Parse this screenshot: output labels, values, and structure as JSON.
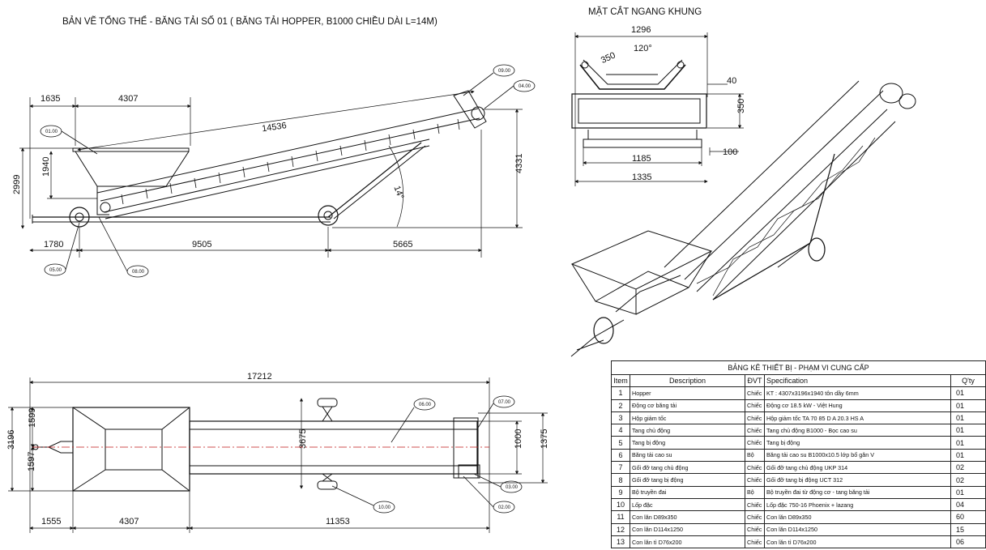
{
  "titles": {
    "main": "BẢN VẼ TỔNG THỂ - BĂNG TẢI SỐ 01 ( BĂNG TẢI HOPPER, B1000 CHIỀU DÀI L=14M)",
    "section": "MẶT CẮT NGANG KHUNG"
  },
  "side_view": {
    "dims": {
      "top_hopper": "1635",
      "top_hopper_len": "4307",
      "belt_len": "14536",
      "total_height": "2999",
      "hopper_height": "1940",
      "max_height": "4331",
      "bottom_front": "1780",
      "bottom_mid": "9505",
      "bottom_rear": "5665",
      "angle": "14°"
    },
    "tags": [
      "01.00",
      "09.00",
      "04.00",
      "05.00",
      "08.00"
    ]
  },
  "cross_section": {
    "dims": {
      "top_width": "1296",
      "angle": "120°",
      "roller": "350",
      "flange": "40",
      "frame_height": "350",
      "bottom_gap": "100",
      "inner_width": "1185",
      "outer_width": "1335"
    }
  },
  "plan_view": {
    "dims": {
      "total_len": "17212",
      "upper_half": "1599",
      "lower_half": "1597",
      "width": "3196",
      "wheel_track": "3675",
      "belt_width": "1000",
      "frame_width": "1375",
      "tow_len": "1555",
      "hopper_len": "4307",
      "conveyor_len": "11353"
    },
    "tags": [
      "06.00",
      "07.00",
      "03.00",
      "02.00",
      "10.00"
    ]
  },
  "bom": {
    "caption": "BẢNG KÊ THIẾT BỊ - PHẠM VI CUNG CẤP",
    "headers": {
      "item": "Item",
      "desc": "Description",
      "unit": "ĐVT",
      "spec": "Specification",
      "qty": "Q'ty"
    },
    "rows": [
      {
        "item": "1",
        "desc": "Hopper",
        "unit": "Chiếc",
        "spec": "KT : 4307x3196x1940  tôn dầy 6mm",
        "qty": "01"
      },
      {
        "item": "2",
        "desc": "Động cơ băng tải",
        "unit": "Chiếc",
        "spec": "Động cơ 18.5 kW - Việt Hung",
        "qty": "01"
      },
      {
        "item": "3",
        "desc": "Hộp giảm tốc",
        "unit": "Chiếc",
        "spec": "Hộp giảm tốc TA 70 85 D A 20.3 HS A",
        "qty": "01"
      },
      {
        "item": "4",
        "desc": "Tang chủ động",
        "unit": "Chiếc",
        "spec": "Tang chủ động B1000 - Bọc cao su",
        "qty": "01"
      },
      {
        "item": "5",
        "desc": "Tang bị động",
        "unit": "Chiếc",
        "spec": "Tang bị động",
        "qty": "01"
      },
      {
        "item": "6",
        "desc": "Băng tải cao su",
        "unit": "Bộ",
        "spec": "Băng tải cao su B1000x10.5 lớp bố gân V",
        "qty": "01"
      },
      {
        "item": "7",
        "desc": "Gối đỡ tang chủ động",
        "unit": "Chiếc",
        "spec": "Gối đỡ tang chủ động UKP 314",
        "qty": "02"
      },
      {
        "item": "8",
        "desc": "Gối đỡ tang bị động",
        "unit": "Chiếc",
        "spec": "Gối đỡ tang bị động UCT 312",
        "qty": "02"
      },
      {
        "item": "9",
        "desc": "Bộ truyền đai",
        "unit": "Bộ",
        "spec": "Bộ truyền đai từ động cơ - tang băng tải",
        "qty": "01"
      },
      {
        "item": "10",
        "desc": "Lốp đặc",
        "unit": "Chiếc",
        "spec": "Lốp đặc 750-16 Phoenix + lazang",
        "qty": "04"
      },
      {
        "item": "11",
        "desc": "Con lăn D89x350",
        "unit": "Chiếc",
        "spec": "Con lăn D89x350",
        "qty": "60"
      },
      {
        "item": "12",
        "desc": "Con lăn D114x1250",
        "unit": "Chiếc",
        "spec": "Con lăn D114x1250",
        "qty": "15"
      },
      {
        "item": "13",
        "desc": "Con lăn tì D76x200",
        "unit": "Chiếc",
        "spec": "Con lăn tì D76x200",
        "qty": "06"
      }
    ]
  }
}
